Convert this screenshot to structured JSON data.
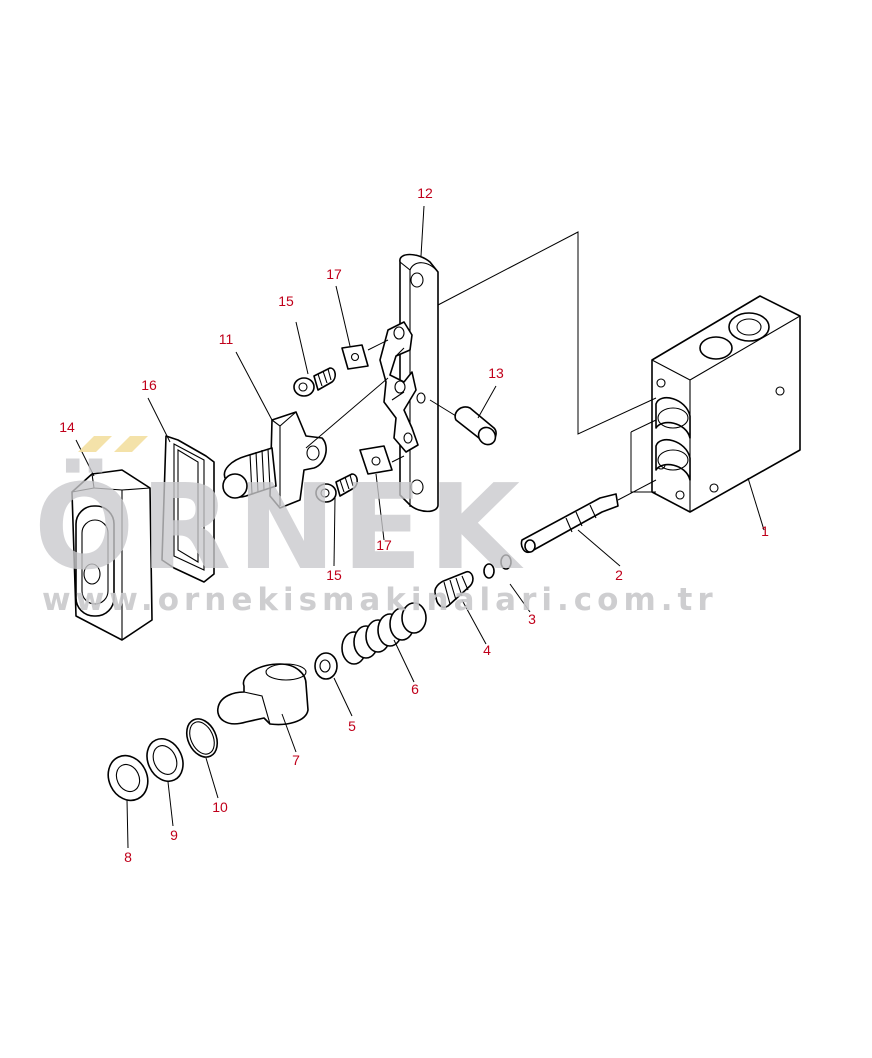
{
  "watermark": {
    "brand": "ÖRNEK",
    "url": "www.ornekismakinalari.com.tr"
  },
  "colors": {
    "callout": "#c0001a",
    "watermark": "#c9c9cc",
    "watermark_accent": "#f3dfa0",
    "line": "#000000"
  },
  "callouts": [
    {
      "id": "1",
      "label": "1"
    },
    {
      "id": "2",
      "label": "2"
    },
    {
      "id": "3",
      "label": "3"
    },
    {
      "id": "4",
      "label": "4"
    },
    {
      "id": "5",
      "label": "5"
    },
    {
      "id": "6",
      "label": "6"
    },
    {
      "id": "7",
      "label": "7"
    },
    {
      "id": "8",
      "label": "8"
    },
    {
      "id": "9",
      "label": "9"
    },
    {
      "id": "10",
      "label": "10"
    },
    {
      "id": "11",
      "label": "11"
    },
    {
      "id": "12",
      "label": "12"
    },
    {
      "id": "13",
      "label": "13"
    },
    {
      "id": "14",
      "label": "14"
    },
    {
      "id": "15a",
      "label": "15"
    },
    {
      "id": "15b",
      "label": "15"
    },
    {
      "id": "16",
      "label": "16"
    },
    {
      "id": "17a",
      "label": "17"
    },
    {
      "id": "17b",
      "label": "17"
    }
  ]
}
